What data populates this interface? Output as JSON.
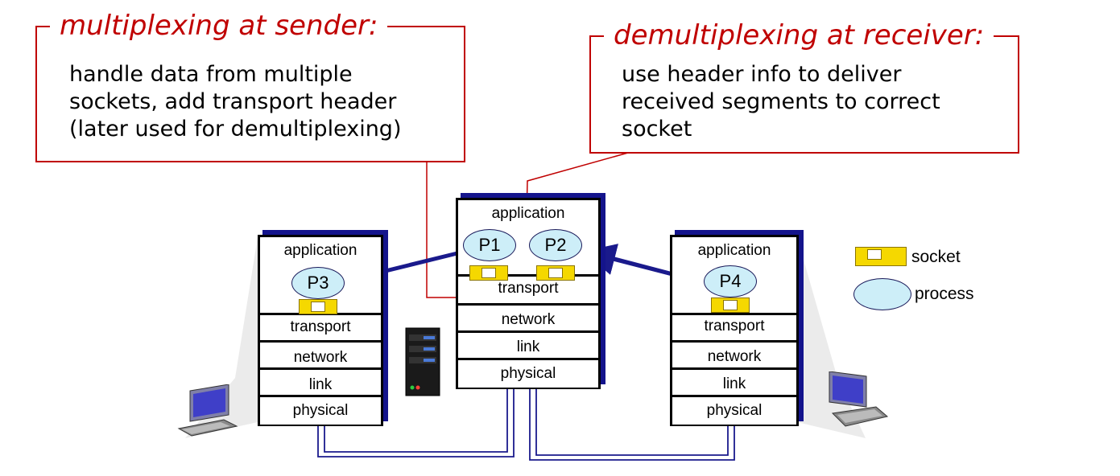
{
  "callouts": {
    "mux": {
      "title": "multiplexing at sender:",
      "lines": [
        "handle data from multiple",
        "sockets, add transport header",
        "(later used for demultiplexing)"
      ]
    },
    "demux": {
      "title": "demultiplexing at receiver:",
      "lines": [
        "use header info to deliver",
        "received segments to correct",
        "socket"
      ]
    }
  },
  "hosts": {
    "left": {
      "layers": [
        "application",
        "transport",
        "network",
        "link",
        "physical"
      ],
      "process": "P3"
    },
    "middle": {
      "layers": [
        "application",
        "transport",
        "network",
        "link",
        "physical"
      ],
      "processes": [
        "P1",
        "P2"
      ]
    },
    "right": {
      "layers": [
        "application",
        "transport",
        "network",
        "link",
        "physical"
      ],
      "process": "P4"
    }
  },
  "legend": {
    "socket": "socket",
    "process": "process"
  },
  "colors": {
    "accent_red": "#c00000",
    "link_blue": "#1a1a8c",
    "process_fill": "#cdeef8",
    "socket_fill": "#f5d800"
  }
}
